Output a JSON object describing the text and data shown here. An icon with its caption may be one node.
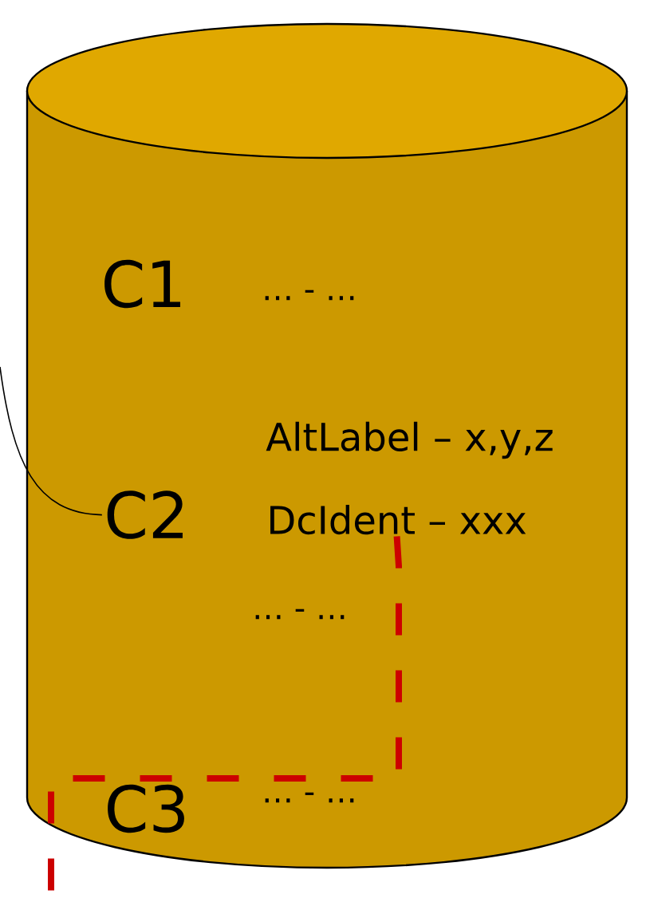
{
  "diagram": {
    "nodes": [
      {
        "text": [],
        "shape": "cylinder"
      },
      {
        "text": [
          "C2"
        ],
        "in": 0
      },
      {
        "text": [
          "DcIdent – xxx"
        ],
        "in": 0
      }
    ],
    "edges": [
      {
        "from": null,
        "to": 1,
        "arrow": "none"
      },
      {
        "from": 2,
        "to": null,
        "arrow": "none",
        "style": "dashed",
        "color": "#cc0000"
      }
    ],
    "labels": [
      "C1",
      "… - …",
      "AltLabel – x,y,z",
      "… - …",
      "C3",
      "… - …"
    ]
  }
}
